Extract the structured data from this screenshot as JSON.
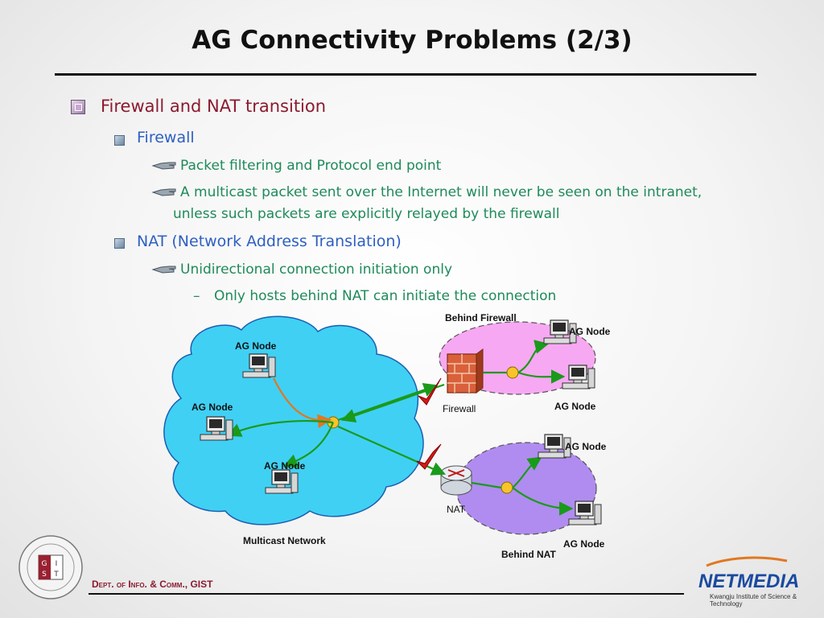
{
  "title": "AG Connectivity Problems (2/3)",
  "bullets": {
    "main": "Firewall and NAT transition",
    "firewall": "Firewall",
    "fw_item1": "Packet filtering and Protocol end point",
    "fw_item2_line1": "A multicast packet sent over the Internet will never be seen on the intranet,",
    "fw_item2_line2": "unless such packets are explicitly relayed by the firewall",
    "nat": "NAT (Network Address Translation)",
    "nat_item1": "Unidirectional connection initiation only",
    "nat_sub": "Only hosts behind NAT can initiate the connection",
    "dash": "–"
  },
  "diagram": {
    "behind_firewall": "Behind Firewall",
    "behind_nat": "Behind NAT",
    "multicast_network": "Multicast Network",
    "firewall_label": "Firewall",
    "nat_label": "NAT",
    "ag_node": "AG Node"
  },
  "footer": {
    "dept": "Dept. of Info. & Comm., GIST",
    "netmedia": "NETMEDIA",
    "netmedia_sub": "Kwangju Institute of Science & Technology",
    "gist_letters": [
      "G",
      "I",
      "S",
      "T"
    ]
  },
  "colors": {
    "title": "#111111",
    "level1": "#8b1a2e",
    "level2": "#2e5fc2",
    "level3": "#1f8a5a",
    "cloud": "#40d0f4",
    "firewall_zone": "#f7a8f2",
    "nat_zone": "#b08cf0",
    "arrows": "#1a9a1a",
    "orange_arrow": "#e07820"
  }
}
